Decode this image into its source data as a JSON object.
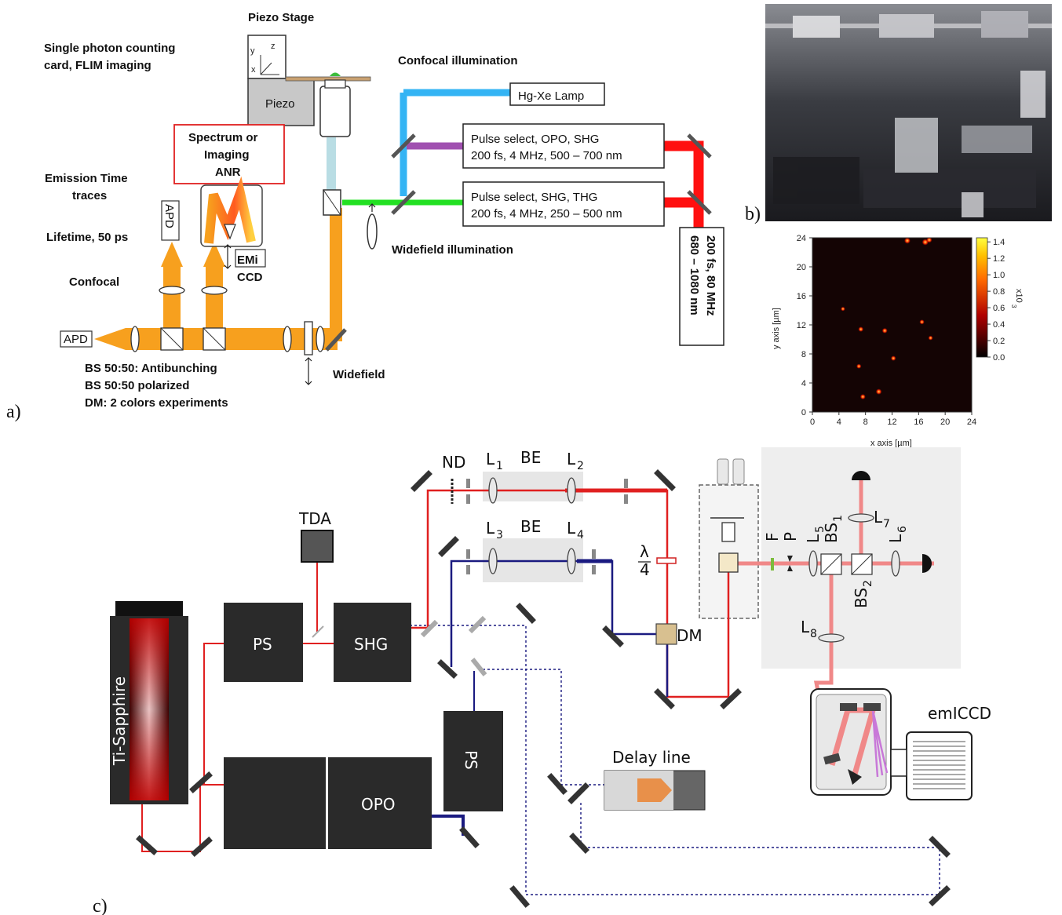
{
  "panel_a": {
    "title_piezo": "Piezo Stage",
    "piezo_label": "Piezo",
    "axis_y": "y",
    "axis_z": "z",
    "axis_x": "x",
    "single_photon_line1": "Single photon counting",
    "single_photon_line2": "card, FLIM imaging",
    "confocal_illumination": "Confocal illumination",
    "hg_xe_lamp": "Hg-Xe Lamp",
    "box1_line1": "Pulse select, OPO, SHG",
    "box1_line2": "200 fs, 4 MHz, 500 – 700 nm",
    "box2_line1": "Pulse select, SHG, THG",
    "box2_line2": "200 fs, 4 MHz, 250 – 500 nm",
    "laser_line1": "200 fs, 80 MHz",
    "laser_line2": "680 – 1080 nm",
    "spectrum_line1": "Spectrum or",
    "spectrum_line2": "Imaging",
    "spectrum_line3": "ANR",
    "emission_line1": "Emission Time",
    "emission_line2": "traces",
    "apd_top": "APD",
    "lifetime": "Lifetime, 50 ps",
    "emi_line1": "EMi",
    "emi_line2": "CCD",
    "confocal": "Confocal",
    "widefield_illumination": "Widefield illumination",
    "apd_left": "APD",
    "bs1": "BS 50:50: Antibunching",
    "bs2": "BS 50:50 polarized",
    "dm": "DM: 2 colors experiments",
    "widefield": "Widefield",
    "panel_label": "a)"
  },
  "panel_b": {
    "panel_label": "b)"
  },
  "colors": {
    "orange_beam": "#f7a01e",
    "green_beam": "#22e022",
    "red_beam": "#ff1010",
    "blue_beam": "#34b4f4",
    "purple_beam": "#a050b0",
    "navy_beam": "#1a1a80",
    "box_red": "#e02020"
  },
  "panel_c": {
    "panel_label": "c)",
    "ti_sapphire": "Ti-Sapphire",
    "ps1": "PS",
    "shg": "SHG",
    "tda": "TDA",
    "opo": "OPO",
    "ps2": "PS",
    "nd": "ND",
    "l1": "L",
    "l1_sub": "1",
    "be1": "BE",
    "l2": "L",
    "l2_sub": "2",
    "l3": "L",
    "l3_sub": "3",
    "be2": "BE",
    "l4": "L",
    "l4_sub": "4",
    "lambda_top": "λ",
    "lambda_bottom": "4",
    "dm": "DM",
    "f": "F",
    "p": "P",
    "l5": "L",
    "l5_sub": "5",
    "bs1": "BS",
    "bs1_sub": "1",
    "l6": "L",
    "l6_sub": "6",
    "l7": "L",
    "l7_sub": "7",
    "bs2": "BS",
    "bs2_sub": "2",
    "l8": "L",
    "l8_sub": "8",
    "emiccd": "emICCD",
    "delay_line": "Delay line"
  },
  "chart_data": {
    "type": "heatmap",
    "title": "",
    "xlabel": "x axis [µm]",
    "ylabel": "y axis [µm]",
    "xlim": [
      0,
      24
    ],
    "ylim": [
      0,
      24
    ],
    "x_ticks": [
      "0",
      "4",
      "8",
      "12",
      "16",
      "20",
      "24"
    ],
    "y_ticks": [
      "0",
      "4",
      "8",
      "12",
      "16",
      "20",
      "24"
    ],
    "colorbar_label": "x10",
    "colorbar_exponent": "3",
    "colorbar_ticks": [
      "0.0",
      "0.2",
      "0.4",
      "0.6",
      "0.8",
      "1.0",
      "1.2",
      "1.4"
    ],
    "colorbar_range": [
      0,
      1.45
    ],
    "spots": [
      {
        "x": 14.3,
        "y": 23.6,
        "v": 1.2
      },
      {
        "x": 17.0,
        "y": 23.4,
        "v": 1.3
      },
      {
        "x": 17.6,
        "y": 23.7,
        "v": 1.0
      },
      {
        "x": 10.9,
        "y": 11.2,
        "v": 0.9
      },
      {
        "x": 7.3,
        "y": 11.4,
        "v": 0.8
      },
      {
        "x": 16.5,
        "y": 12.4,
        "v": 0.7
      },
      {
        "x": 17.8,
        "y": 10.2,
        "v": 0.6
      },
      {
        "x": 12.2,
        "y": 7.4,
        "v": 0.8
      },
      {
        "x": 7.0,
        "y": 6.3,
        "v": 0.7
      },
      {
        "x": 10.0,
        "y": 2.8,
        "v": 1.1
      },
      {
        "x": 7.6,
        "y": 2.1,
        "v": 0.9
      },
      {
        "x": 4.6,
        "y": 14.2,
        "v": 0.5
      }
    ]
  }
}
